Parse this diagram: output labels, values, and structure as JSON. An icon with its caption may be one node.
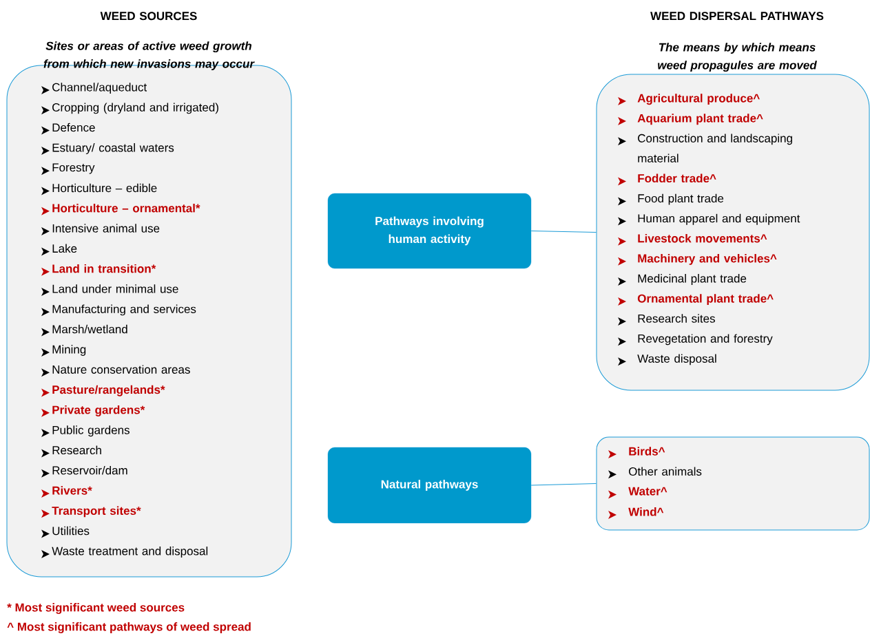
{
  "diagram": {
    "nodes": [
      {
        "text": [
          "WEED SOURCES",
          "Sites or areas of active weed growth from which new invasions may occur",
          "Channel/aqueduct",
          "Cropping (dryland and irrigated)",
          "Defence",
          "Estuary/ coastal waters",
          "Forestry",
          "Horticulture – edible",
          "Horticulture – ornamental*",
          "Intensive animal use",
          "Lake",
          "Land in transition*",
          "Land under minimal use",
          "Manufacturing and services",
          "Marsh/wetland",
          "Mining",
          "Nature conservation areas",
          "Pasture/rangelands*",
          "Private gardens*",
          "Public gardens",
          "Research",
          "Reservoir/dam",
          "Rivers*",
          "Transport sites*",
          "Utilities",
          "Waste treatment and disposal"
        ]
      },
      {
        "text": [
          "Pathways involving human activity"
        ]
      },
      {
        "text": [
          "Natural pathways"
        ]
      },
      {
        "text": [
          "WEED DISPERSAL PATHWAYS",
          "The means by which means weed propagules are moved",
          "Agricultural produce^",
          "Aquarium plant trade^",
          "Construction and landscaping material",
          "Fodder trade^",
          "Food plant trade",
          "Human apparel and equipment",
          "Livestock movements^",
          "Machinery and vehicles^",
          "Medicinal plant trade",
          "Ornamental plant trade^",
          "Research sites",
          "Revegetation and forestry",
          "Waste disposal"
        ]
      },
      {
        "text": [
          "Birds^",
          "Other animals",
          "Water^",
          "Wind^"
        ]
      }
    ],
    "edges": [
      {
        "from": 1,
        "to": 3,
        "arrow": "none"
      },
      {
        "from": 2,
        "to": 4,
        "arrow": "none"
      }
    ],
    "labels": [
      "* Most significant weed sources",
      "^ Most significant pathways of weed spread"
    ]
  }
}
